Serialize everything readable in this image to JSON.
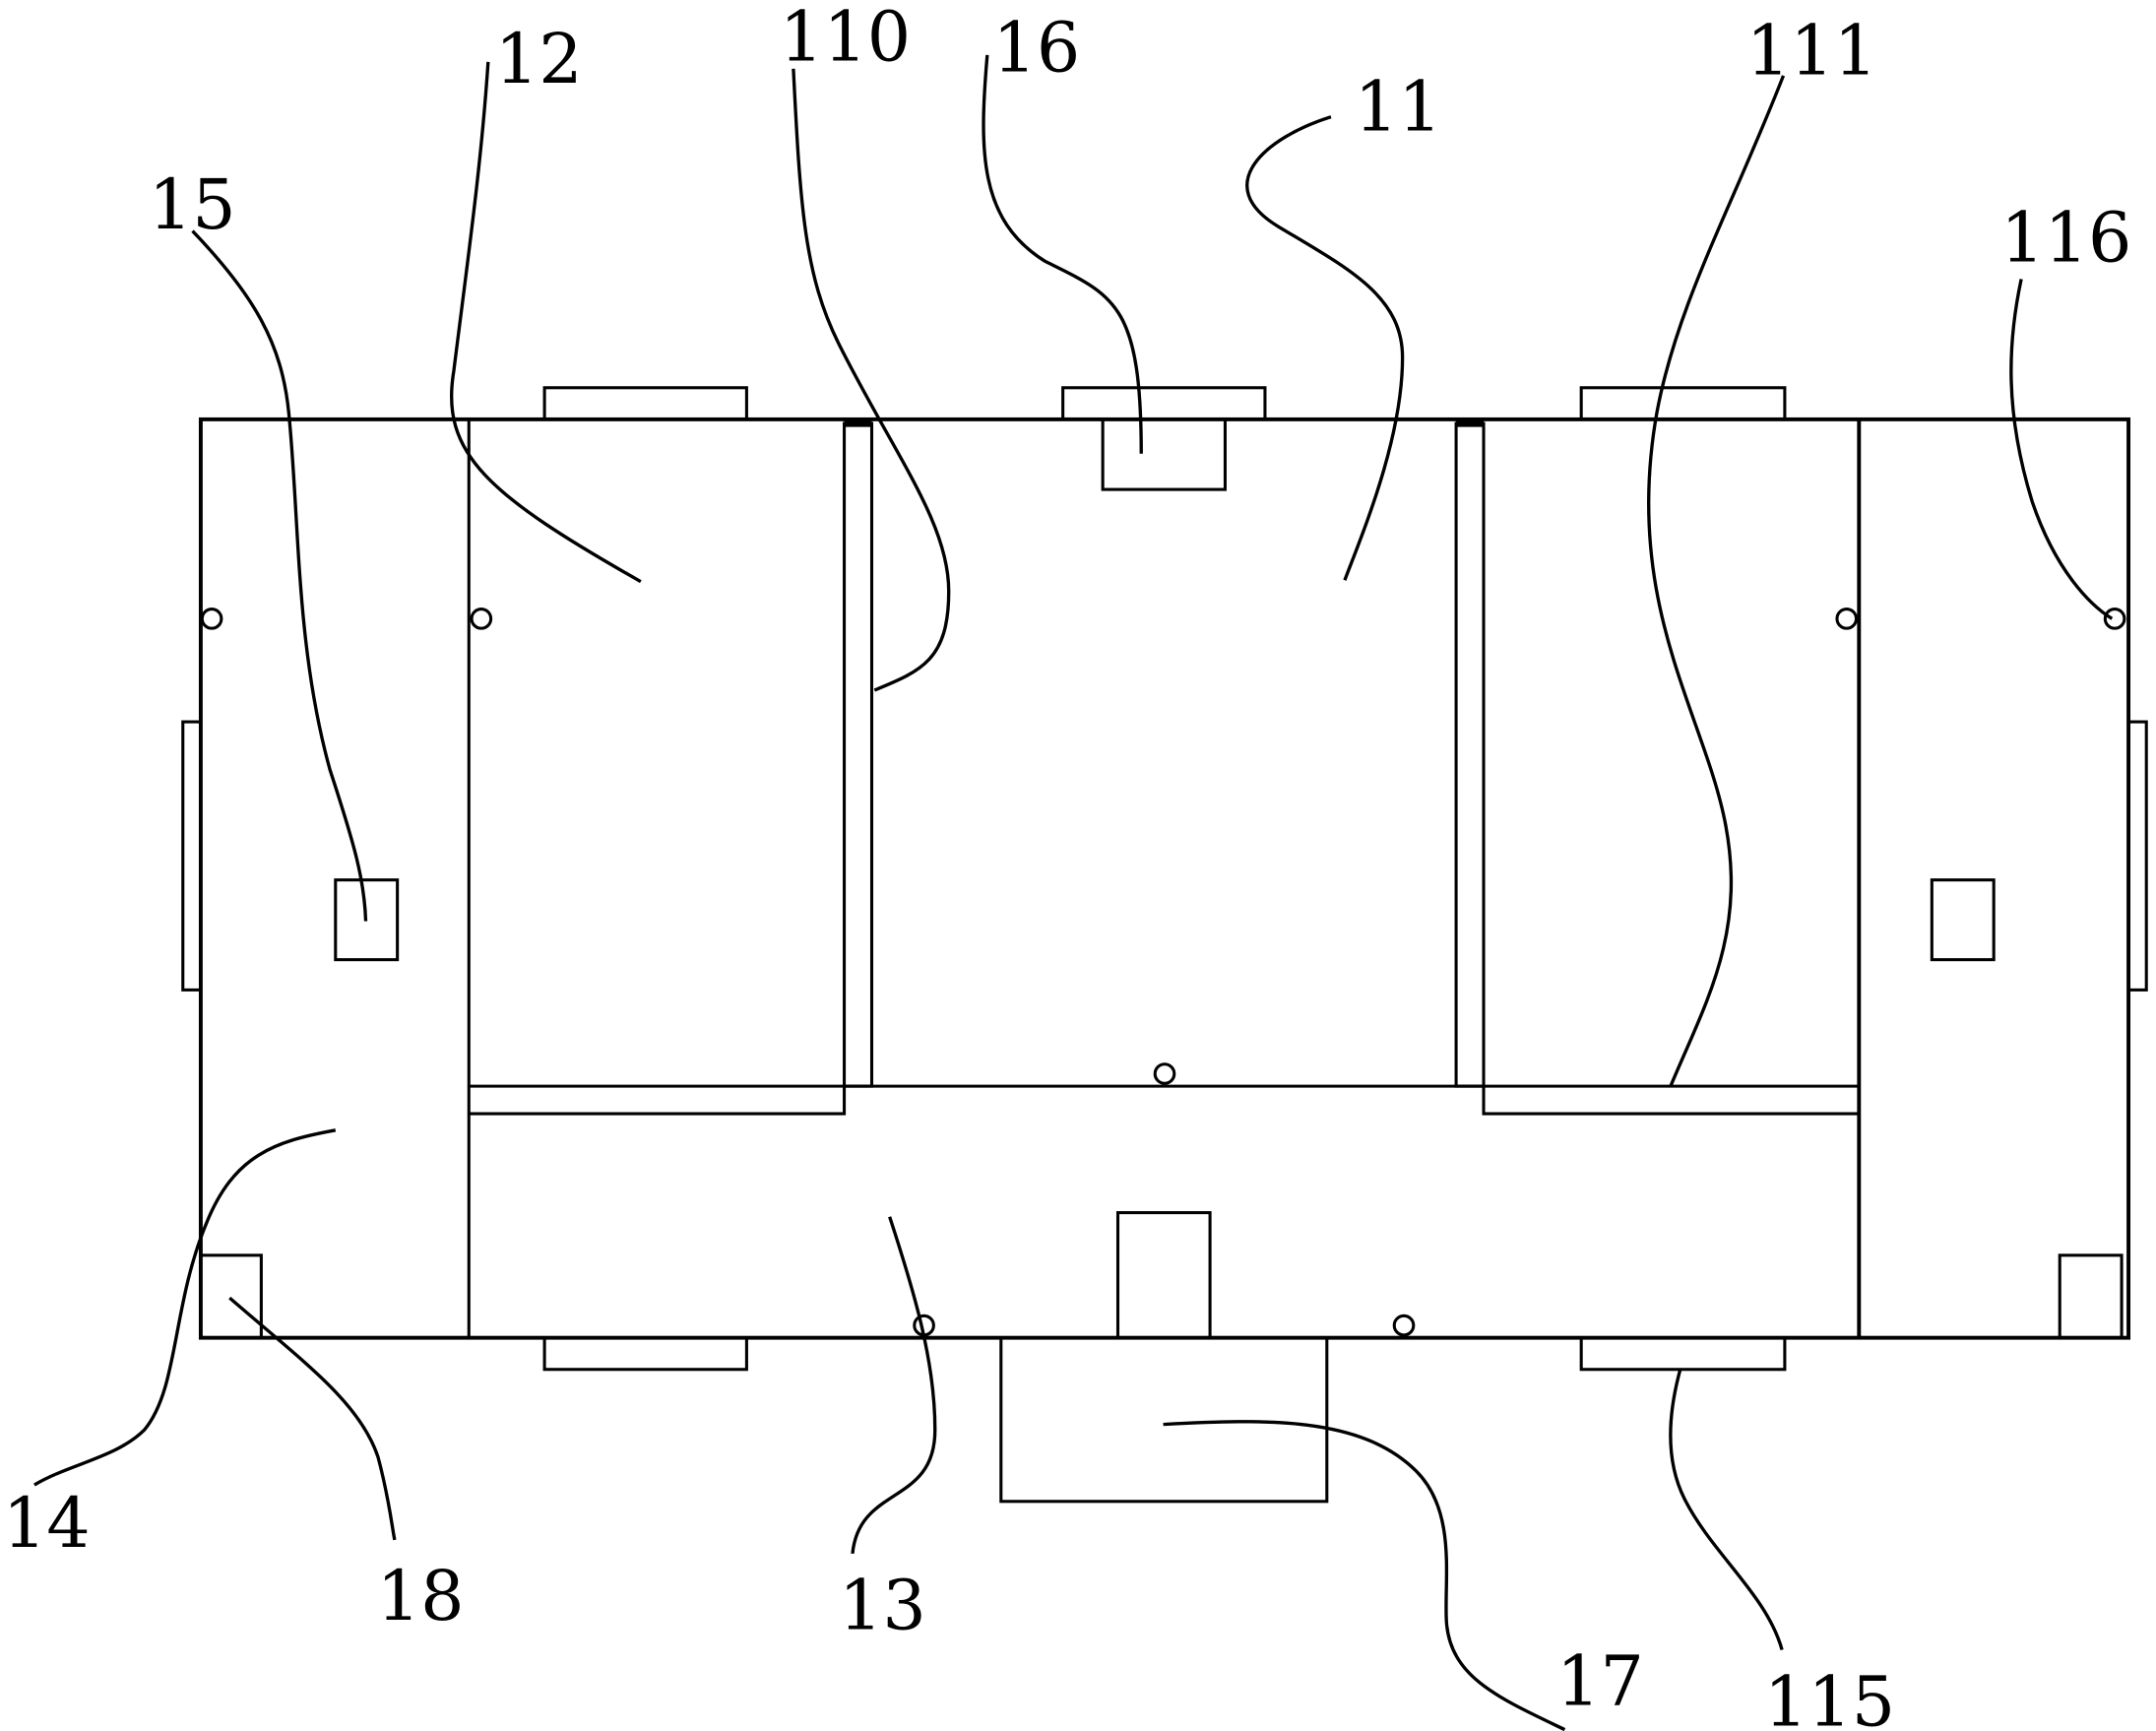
{
  "figure": {
    "type": "patent-style mechanical layout drawing (top view)",
    "line_color": "#000000",
    "background": "#ffffff"
  },
  "labels": {
    "l11": "11",
    "l12": "12",
    "l13": "13",
    "l14": "14",
    "l15": "15",
    "l16": "16",
    "l17": "17",
    "l18": "18",
    "l110": "110",
    "l111": "111",
    "l115": "115",
    "l116": "116"
  }
}
